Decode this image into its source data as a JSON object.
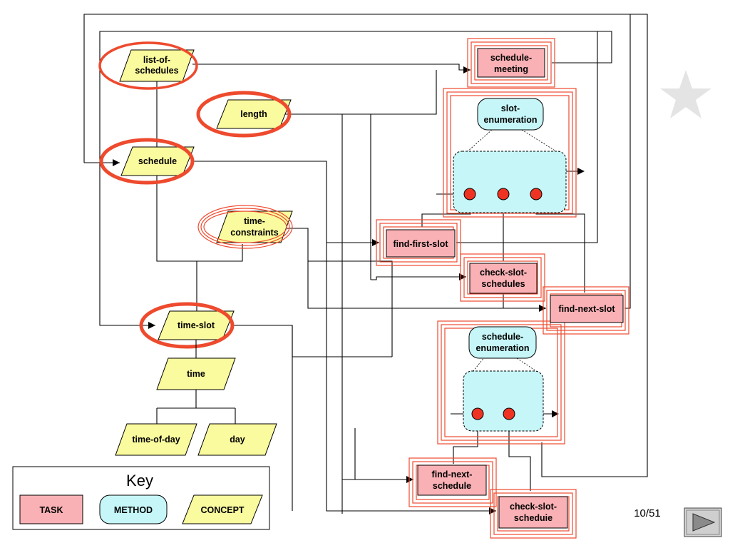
{
  "slide": {
    "page_number": "10/51",
    "next_label": "next"
  },
  "concepts": {
    "list_of_schedules": [
      "list-of-",
      "schedules"
    ],
    "length": [
      "length"
    ],
    "schedule": [
      "schedule"
    ],
    "time_constraints": [
      "time-",
      "constraints"
    ],
    "time_slot": [
      "time-slot"
    ],
    "time": [
      "time"
    ],
    "time_of_day": [
      "time-of-day"
    ],
    "day": [
      "day"
    ]
  },
  "tasks": {
    "schedule_meeting": [
      "schedule-",
      "meeting"
    ],
    "find_first_slot": [
      "find-first-slot"
    ],
    "check_slot_schedules": [
      "check-slot-",
      "schedules"
    ],
    "find_next_slot": [
      "find-next-slot"
    ],
    "find_next_schedule": [
      "find-next-",
      "schedule"
    ],
    "check_slot_schedule": [
      "check-slot-",
      "scheduie"
    ]
  },
  "methods": {
    "slot_enumeration": [
      "slot-",
      "enumeration"
    ],
    "schedule_enumeration": [
      "schedule-",
      "enumeration"
    ]
  },
  "key": {
    "title": "Key",
    "task": "TASK",
    "method": "METHOD",
    "concept": "CONCEPT"
  },
  "colors": {
    "task_fill": "#f9b1b5",
    "method_fill": "#c6f6f8",
    "concept_fill": "#fafa9e",
    "highlight": "#ee4a2e",
    "node": "#ee3322"
  }
}
